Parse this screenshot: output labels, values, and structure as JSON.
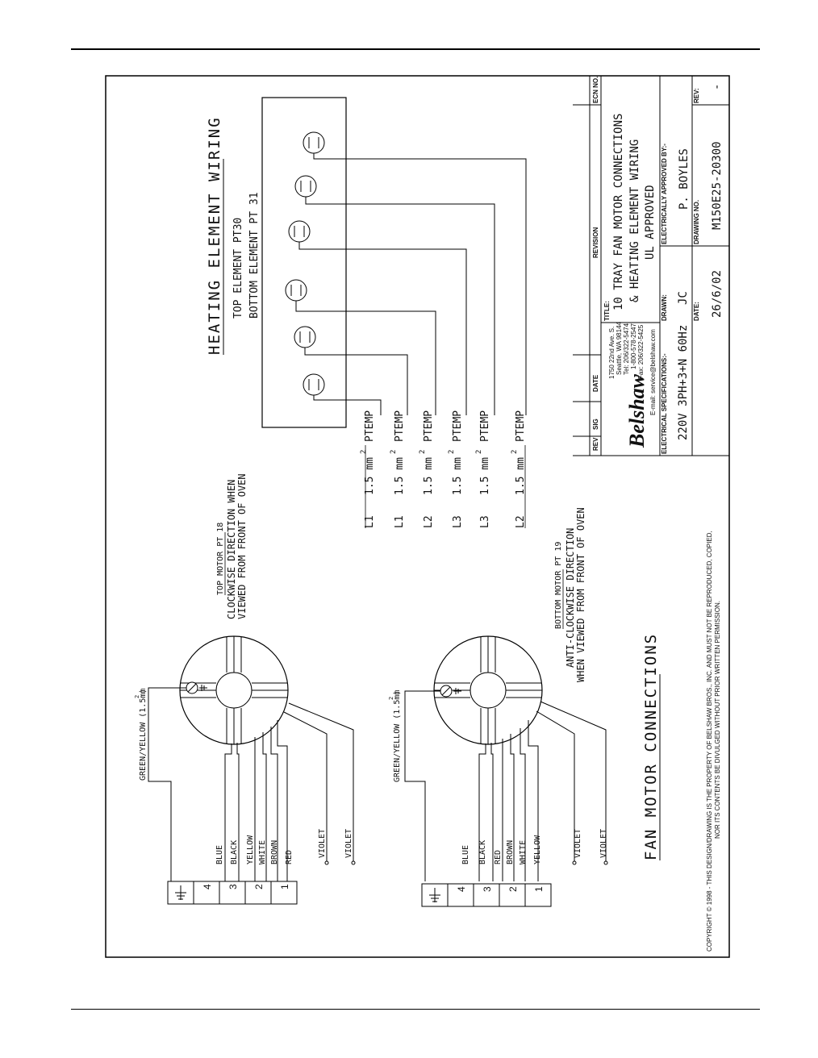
{
  "heating": {
    "title": "HEATING ELEMENT WIRING",
    "top_element": "TOP ELEMENT PT30",
    "bottom_element": "BOTTOM ELEMENT PT 31",
    "wire_rows": [
      {
        "phase": "L1",
        "size": "1.5 mm",
        "exp": "2",
        "label": "PTEMP"
      },
      {
        "phase": "L1",
        "size": "1.5 mm",
        "exp": "2",
        "label": "PTEMP"
      },
      {
        "phase": "L2",
        "size": "1.5 mm",
        "exp": "2",
        "label": "PTEMP"
      },
      {
        "phase": "L3",
        "size": "1.5 mm",
        "exp": "2",
        "label": "PTEMP"
      },
      {
        "phase": "L3",
        "size": "1.5 mm",
        "exp": "2",
        "label": "PTEMP"
      },
      {
        "phase": "L2",
        "size": "1.5 mm",
        "exp": "2",
        "label": "PTEMP"
      }
    ]
  },
  "fan": {
    "title": "FAN MOTOR CONNECTIONS",
    "top_motor": {
      "heading": "TOP MOTOR PT 18",
      "line1": "CLOCKWISE DIRECTION WHEN",
      "line2": "VIEWED FROM FRONT OF OVEN",
      "ground_label": "GREEN/YELLOW (1.5mm",
      "ground_exp": "2",
      "ground_close": ")",
      "wires": [
        "BLUE",
        "BLACK",
        "YELLOW",
        "WHITE",
        "BROWN",
        "RED"
      ],
      "violet1": "VIOLET",
      "violet2": "VIOLET",
      "terminals": [
        "4",
        "3",
        "2",
        "1"
      ]
    },
    "bottom_motor": {
      "heading": "BOTTOM MOTOR PT 19",
      "line1": "ANTI-CLOCKWISE DIRECTION",
      "line2": "WHEN VIEWED FROM FRONT OF OVEN",
      "ground_label": "GREEN/YELLOW (1.5mm",
      "ground_exp": "2",
      "ground_close": ")",
      "wires": [
        "BLUE",
        "BLACK",
        "RED",
        "BROWN",
        "WHITE",
        "YELLOW"
      ],
      "violet1": "VIOLET",
      "violet2": "VIOLET",
      "terminals": [
        "4",
        "3",
        "2",
        "1"
      ]
    }
  },
  "title_block": {
    "rev_label": "REV",
    "sig_label": "SIG",
    "date_label": "DATE",
    "revision_label": "REVISION",
    "ecn_label": "ECN NO.",
    "logo": "Belshaw",
    "address": [
      "1750 22nd Ave. S.",
      "Seattle, WA 98144",
      "Tel: 206/322-5474",
      "1-800-578-2547",
      "Fax: 206/322-5425"
    ],
    "email": "E-mail: service@belshaw.com",
    "title_label": "TITLE:",
    "title_lines": [
      "10 TRAY FAN MOTOR CONNECTIONS",
      "& HEATING ELEMENT WIRING",
      "UL APPROVED"
    ],
    "elec_spec_label": "ELECTRICAL SPECIFICATIONS:-",
    "elec_spec_value": "220V 3PH+3+N 60Hz",
    "drawn_label": "DRAWN:",
    "drawn_value": "JC",
    "approved_label": "ELECTRICALLY APPROVED BY:-",
    "approved_value": "P. BOYLES",
    "date_field_label": "DATE:",
    "date_value": "26/6/02",
    "drawing_no_label": "DRAWING NO.",
    "drawing_no_value": "M150E25-20300",
    "rev_field_label": "REV:",
    "rev_value": "-",
    "copyright": "COPYRIGHT © 1998 - THIS DESIGN/DRAWING IS THE PROPERTY OF BELSHAW BROS., INC. AND MUST NOT BE REPRODUCED, COPIED,",
    "copyright2": "NOR ITS CONTENTS BE DIVULGED WITHOUT PRIOR WRITTEN PERMISSION."
  }
}
